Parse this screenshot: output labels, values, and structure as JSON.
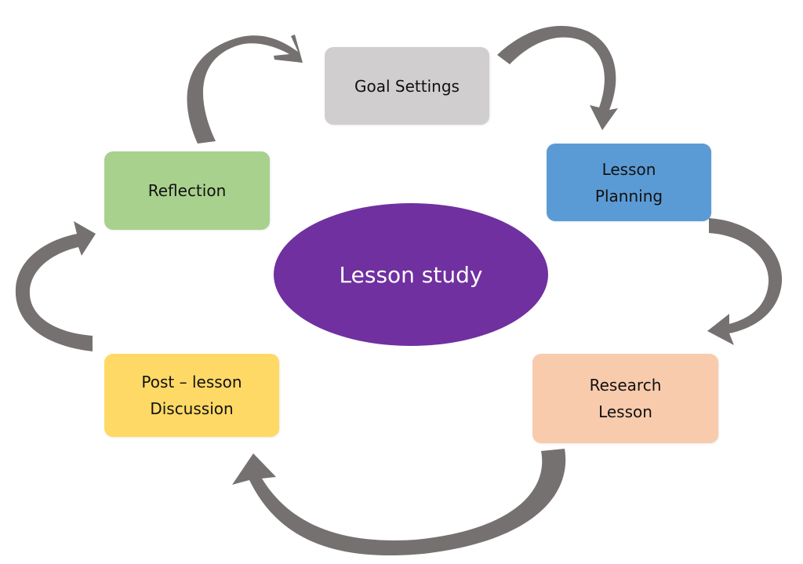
{
  "colors": {
    "arrow": "#767171",
    "goal": "#d0cece",
    "planning": "#5b9bd5",
    "research": "#f8cbad",
    "post": "#ffd966",
    "reflection": "#a9d18e",
    "center": "#7030a0",
    "center_text": "#ffffff"
  },
  "center": {
    "label": "Lesson study"
  },
  "steps": {
    "goal": {
      "lines": [
        "Goal Settings"
      ]
    },
    "planning": {
      "lines": [
        "Lesson",
        "Planning"
      ]
    },
    "research": {
      "lines": [
        "Research",
        "Lesson"
      ]
    },
    "post": {
      "lines": [
        "Post – lesson",
        "Discussion"
      ]
    },
    "reflection": {
      "lines": [
        "Reflection"
      ]
    }
  },
  "connectors": {
    "count_label": "",
    "icon": "curved-arrow-icon"
  }
}
